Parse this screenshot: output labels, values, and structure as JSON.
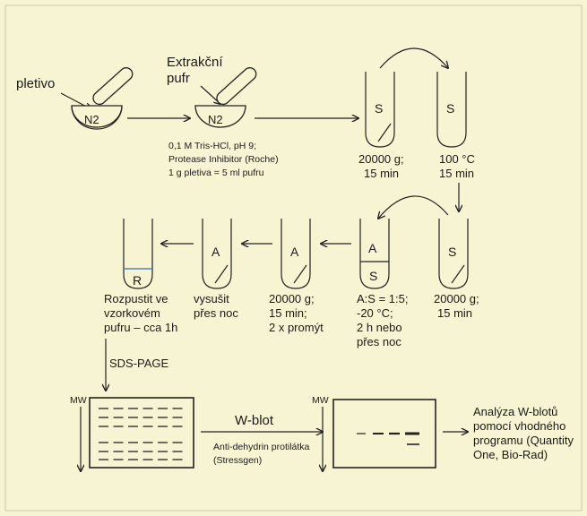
{
  "start": {
    "tissue_label": "pletivo",
    "mortar1_label": "N2",
    "buffer_label_1": "Extrakční",
    "buffer_label_2": "pufr",
    "mortar2_label": "N2",
    "buffer_details": [
      "0,1 M Tris-HCl, pH 9;",
      "Protease Inhibitor (Roche)",
      "1 g pletiva = 5 ml pufru"
    ]
  },
  "tubes_top": [
    {
      "letter": "S",
      "caption": [
        "20000 g;",
        "15 min"
      ]
    },
    {
      "letter": "S",
      "caption": [
        "100 °C",
        "15 min"
      ]
    }
  ],
  "tubes_middle": [
    {
      "letter": "S",
      "caption": [
        "20000 g;",
        "15 min"
      ]
    },
    {
      "letter_top": "A",
      "letter_bottom": "S",
      "caption": [
        "A:S = 1:5;",
        "-20 °C;",
        "2 h nebo",
        "přes noc"
      ]
    },
    {
      "letter": "A",
      "caption": [
        "20000 g;",
        "15 min;",
        "2 x promýt"
      ]
    },
    {
      "letter": "A",
      "caption": [
        "vysušit",
        "přes noc"
      ]
    },
    {
      "letter": "R",
      "caption": [
        "Rozpustit ve",
        "vzorkovém",
        "pufru – cca 1h"
      ]
    }
  ],
  "sds_label": "SDS-PAGE",
  "gel": {
    "mw_label_left": "MW",
    "mw_label_right": "MW",
    "wblot_label": "W-blot",
    "antibody": [
      "Anti-dehydrin protilátka",
      "(Stressgen)"
    ]
  },
  "analysis": [
    "Analýza W-blotů",
    "pomocí vhodného",
    "programu (Quantity",
    "One, Bio-Rad)"
  ]
}
